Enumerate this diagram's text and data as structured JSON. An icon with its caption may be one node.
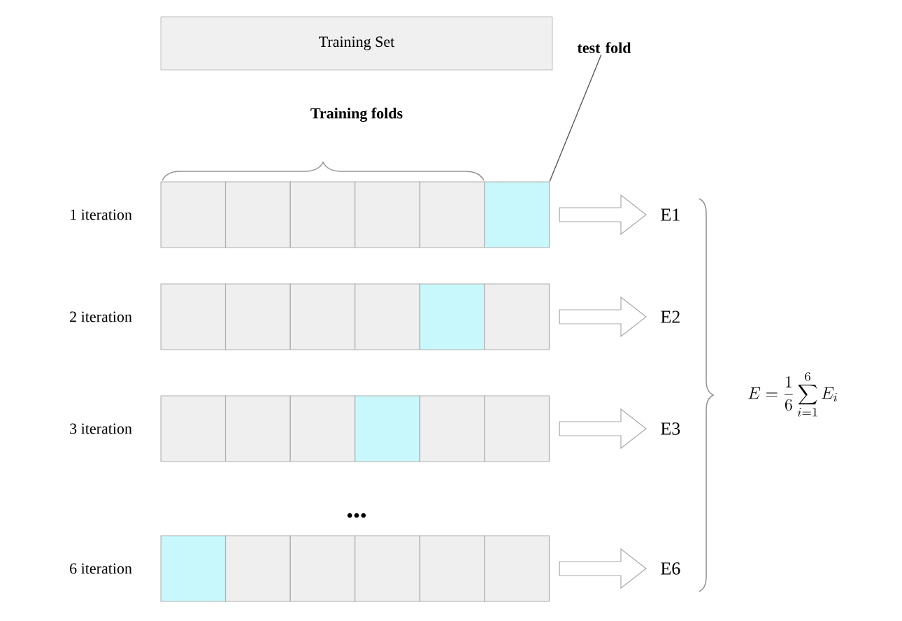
{
  "diagram": {
    "nodes": [
      {
        "text": [
          "Training Set"
        ]
      },
      {
        "text": [
          "test fold"
        ]
      },
      {
        "text": [],
        "shape": "box",
        "beside": [
          "1 iteration"
        ]
      },
      {
        "text": [],
        "shape": "box"
      },
      {
        "text": [],
        "shape": "box"
      },
      {
        "text": [],
        "shape": "box"
      },
      {
        "text": [],
        "shape": "box"
      },
      {
        "text": [],
        "shape": "box"
      },
      {
        "text": [
          "E1"
        ]
      },
      {
        "text": [],
        "shape": "box",
        "beside": [
          "2 iteration"
        ]
      },
      {
        "text": [],
        "shape": "box"
      },
      {
        "text": [],
        "shape": "box"
      },
      {
        "text": [],
        "shape": "box"
      },
      {
        "text": [],
        "shape": "box"
      },
      {
        "text": [],
        "shape": "box"
      },
      {
        "text": [
          "E2"
        ]
      },
      {
        "text": [],
        "shape": "box",
        "beside": [
          "3 iteration"
        ]
      },
      {
        "text": [],
        "shape": "box"
      },
      {
        "text": [],
        "shape": "box"
      },
      {
        "text": [],
        "shape": "box"
      },
      {
        "text": [],
        "shape": "box"
      },
      {
        "text": [],
        "shape": "box"
      },
      {
        "text": [
          "E3"
        ]
      },
      {
        "text": [],
        "shape": "box",
        "beside": [
          "6 iteration"
        ]
      },
      {
        "text": [],
        "shape": "box"
      },
      {
        "text": [],
        "shape": "box"
      },
      {
        "text": [],
        "shape": "box"
      },
      {
        "text": [],
        "shape": "box"
      },
      {
        "text": [],
        "shape": "box"
      },
      {
        "text": [
          "E6"
        ]
      }
    ],
    "edges": [
      {
        "from": 1,
        "to": 7,
        "arrow": "none"
      },
      {
        "from": 7,
        "to": 8,
        "arrow": "to"
      },
      {
        "from": 14,
        "to": 15,
        "arrow": "to"
      },
      {
        "from": 21,
        "to": 22,
        "arrow": "to"
      },
      {
        "from": 28,
        "to": 29,
        "arrow": "to"
      }
    ],
    "labels": [
      "Training folds",
      "•••",
      "E=\\frac{1}{6}\\sum_{i=1}^{6}E_i"
    ]
  }
}
